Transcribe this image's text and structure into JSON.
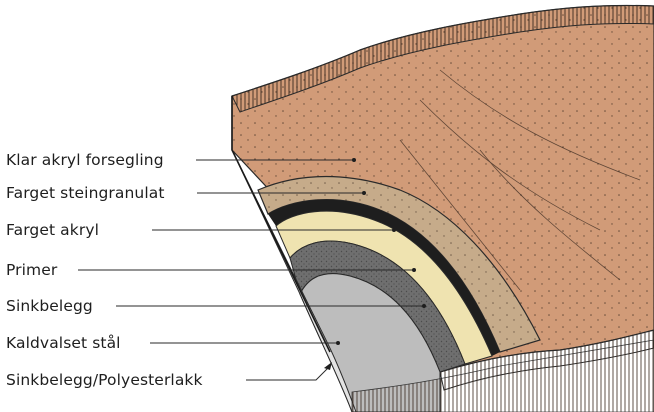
{
  "labels": [
    {
      "id": "clear-acrylic-sealing",
      "text": "Klar akryl forsegling",
      "color": "#d19b78"
    },
    {
      "id": "colored-stone-granulate",
      "text": "Farget steingranulat",
      "color": "#c6ab8a"
    },
    {
      "id": "colored-acrylic",
      "text": "Farget akryl",
      "color": "#b19a7c"
    },
    {
      "id": "primer",
      "text": "Primer",
      "color": "#efe3b0"
    },
    {
      "id": "zinc-coating",
      "text": "Sinkbelegg",
      "color": "#6f6f6f"
    },
    {
      "id": "cold-rolled-steel",
      "text": "Kaldvalset stål",
      "color": "#bdbdbd"
    },
    {
      "id": "zinc-polyester-lacquer",
      "text": "Sinkbelegg/Polyesterlakk",
      "color": "#e3e3e3"
    }
  ]
}
